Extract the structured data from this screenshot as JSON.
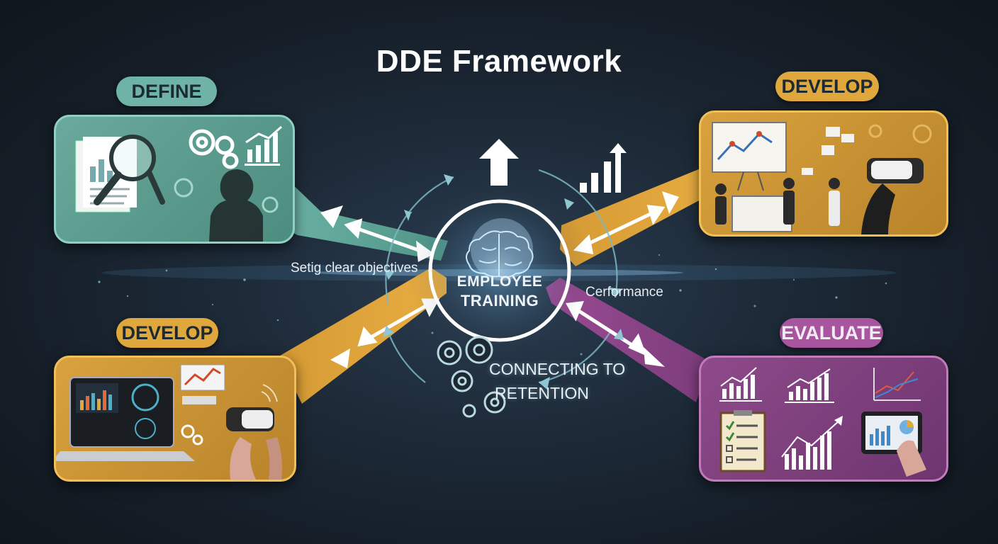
{
  "title": "DDE Framework",
  "center": {
    "line1": "EMPLOYEE",
    "line2": "TRAINING"
  },
  "phases": [
    {
      "label": "DEFINE",
      "color": "#6fb3a6"
    },
    {
      "label": "DEVELOP",
      "color": "#e0a83c"
    },
    {
      "label": "DEVELOP",
      "color": "#e0a83c"
    },
    {
      "label": "EVALUATE",
      "color": "#a6559e"
    }
  ],
  "captions": {
    "left": "Setig clear objectives",
    "right": "Cerformance",
    "bottom_line1": "CONNECTING TO",
    "bottom_line2": "RETENTION"
  },
  "icons": [
    "magnifier-icon",
    "gears-icon",
    "bar-chart-icon",
    "thinking-person-icon",
    "whiteboard-icon",
    "vr-headset-icon",
    "laptop-icon",
    "clipboard-icon",
    "tablet-icon",
    "brain-icon",
    "up-arrow-icon"
  ]
}
